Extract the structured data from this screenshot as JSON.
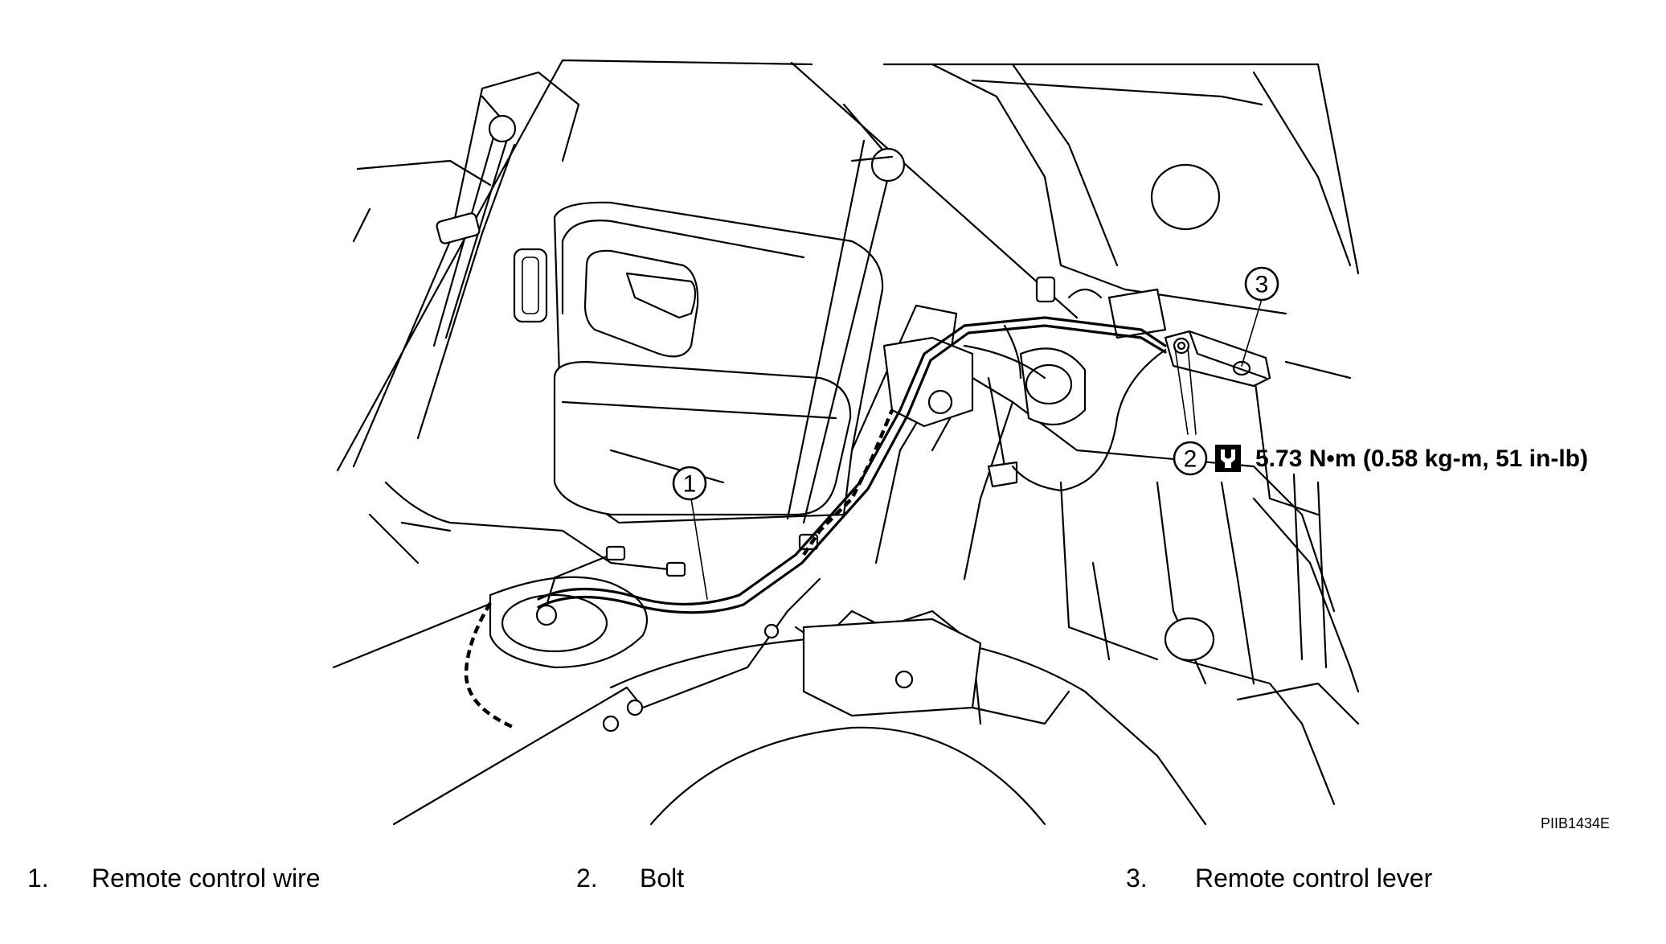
{
  "callouts": [
    {
      "num": "1"
    },
    {
      "num": "2"
    },
    {
      "num": "3"
    }
  ],
  "torque_spec": "5.73 N•m (0.58 kg-m, 51 in-lb)",
  "torque_icon": "torque-wrench-icon",
  "figure_id": "PIIB1434E",
  "legend": [
    {
      "num": "1.",
      "label": "Remote control wire"
    },
    {
      "num": "2.",
      "label": "Bolt"
    },
    {
      "num": "3.",
      "label": "Remote control lever"
    }
  ]
}
